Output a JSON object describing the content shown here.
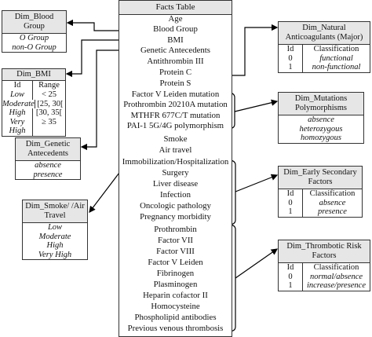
{
  "facts_table": {
    "title": "Facts Table",
    "items": [
      "Age",
      "Blood Group",
      "BMI",
      "Genetic Antecedents",
      "Antithrombin III",
      "Protein C",
      "Protein S",
      "Factor V Leiden mutation",
      "Prothrombin 20210A mutation",
      "MTHFR 677C/T mutation",
      "PAI-1 5G/4G polymorphism",
      "Smoke",
      "Air travel",
      "Immobilization/Hospitalization",
      "Surgery",
      "Liver disease",
      "Infection",
      "Oncologic pathology",
      "Pregnancy morbidity",
      "Prothrombin",
      "Factor VII",
      "Factor VIII",
      "Factor V Leiden",
      "Fibrinogen",
      "Plasminogen",
      "Heparin cofactor II",
      "Homocysteine",
      "Phospholipid antibodies",
      "Previous venous thrombosis"
    ]
  },
  "dim_blood_group": {
    "title": "Dim_Blood Group",
    "values": [
      "O Group",
      "non-O Group"
    ]
  },
  "dim_bmi": {
    "title": "Dim_BMI",
    "col_id": "Id",
    "col_range": "Range",
    "rows": [
      {
        "id": "Low",
        "range": "< 25"
      },
      {
        "id": "Moderate",
        "range": "[25, 30["
      },
      {
        "id": "High",
        "range": "[30, 35["
      },
      {
        "id": "Very High",
        "range": "≥ 35"
      }
    ]
  },
  "dim_genetic": {
    "title": "Dim_Genetic Antecedents",
    "values": [
      "absence",
      "presence"
    ]
  },
  "dim_smoke": {
    "title": "Dim_Smoke/ /Air Travel",
    "values": [
      "Low",
      "Moderate",
      "High",
      "Very High"
    ]
  },
  "dim_natural": {
    "title": "Dim_Natural Anticoagulants (Major)",
    "col_id": "Id",
    "col_class": "Classification",
    "rows": [
      {
        "id": "0",
        "cls": "functional"
      },
      {
        "id": "1",
        "cls": "non-functional"
      }
    ]
  },
  "dim_mutations": {
    "title": "Dim_Mutations Polymorphisms",
    "values": [
      "absence",
      "heterozygous",
      "homozygous"
    ]
  },
  "dim_early": {
    "title": "Dim_Early Secondary Factors",
    "col_id": "Id",
    "col_class": "Classification",
    "rows": [
      {
        "id": "0",
        "cls": "absence"
      },
      {
        "id": "1",
        "cls": "presence"
      }
    ]
  },
  "dim_thrombotic": {
    "title": "Dim_Thrombotic Risk Factors",
    "col_id": "Id",
    "col_class": "Classification",
    "rows": [
      {
        "id": "0",
        "cls": "normal/absence"
      },
      {
        "id": "1",
        "cls": "increase/presence"
      }
    ]
  }
}
